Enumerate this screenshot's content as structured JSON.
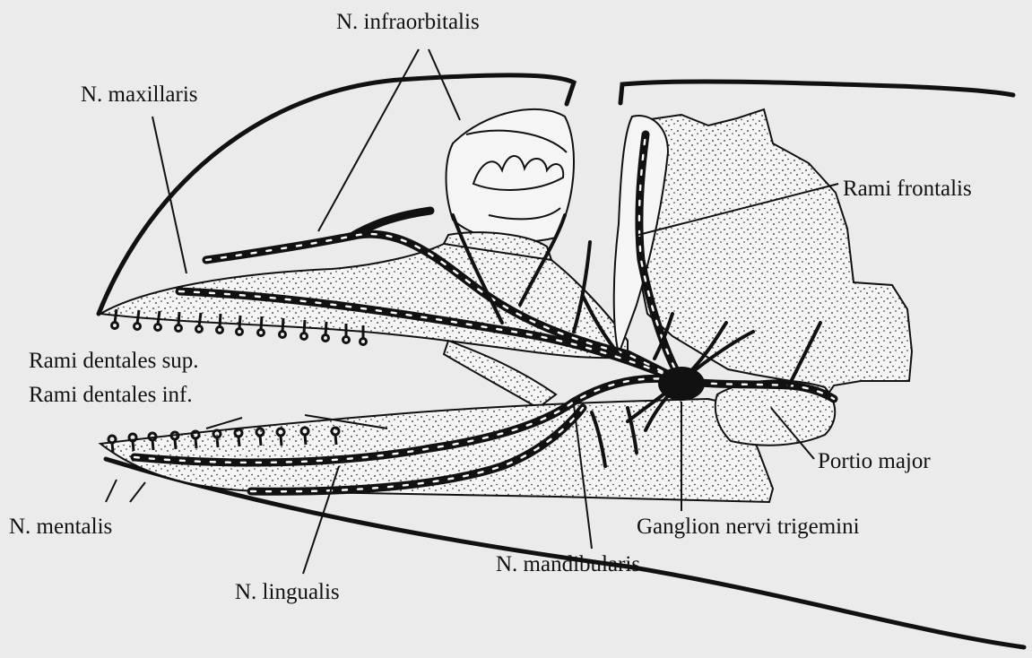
{
  "labels": {
    "infraorbitalis": "N. infraorbitalis",
    "maxillaris": "N. maxillaris",
    "rami_frontalis": "Rami frontalis",
    "rami_dentales_sup": "Rami dentales sup.",
    "rami_dentales_inf": "Rami dentales inf.",
    "portio_major": "Portio major",
    "mentalis": "N. mentalis",
    "ganglion": "Ganglion nervi  trigemini",
    "mandibularis": "N. mandibularis",
    "lingualis": "N. lingualis"
  },
  "colors": {
    "background": "#ebebeb",
    "ink": "#111111",
    "bone_fill": "#f5f5f5"
  }
}
